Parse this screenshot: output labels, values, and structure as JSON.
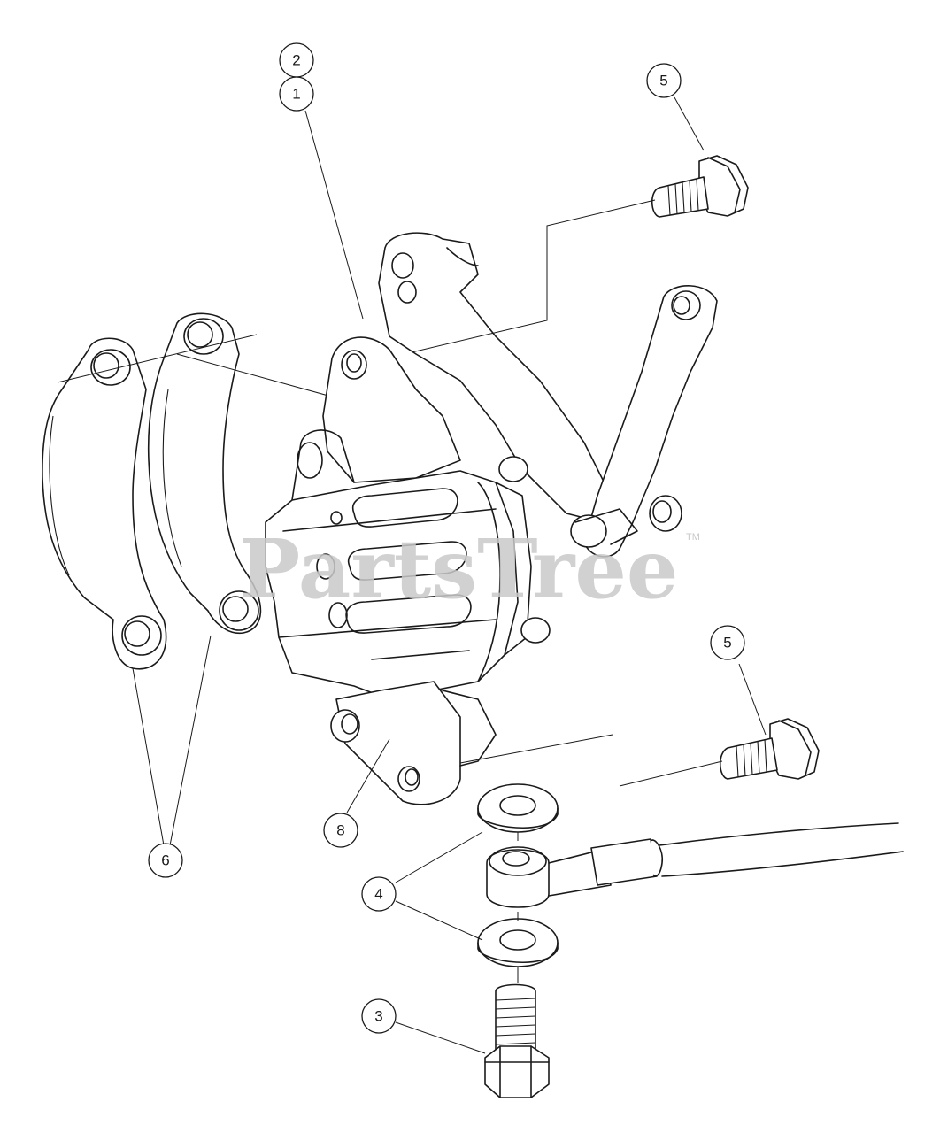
{
  "watermark": {
    "text": "PartsTree",
    "trademark": "TM"
  },
  "callouts": [
    {
      "id": "c2",
      "label": "2"
    },
    {
      "id": "c1",
      "label": "1"
    },
    {
      "id": "c5a",
      "label": "5"
    },
    {
      "id": "c5b",
      "label": "5"
    },
    {
      "id": "c8",
      "label": "8"
    },
    {
      "id": "c6",
      "label": "6"
    },
    {
      "id": "c4",
      "label": "4"
    },
    {
      "id": "c3",
      "label": "3"
    }
  ]
}
